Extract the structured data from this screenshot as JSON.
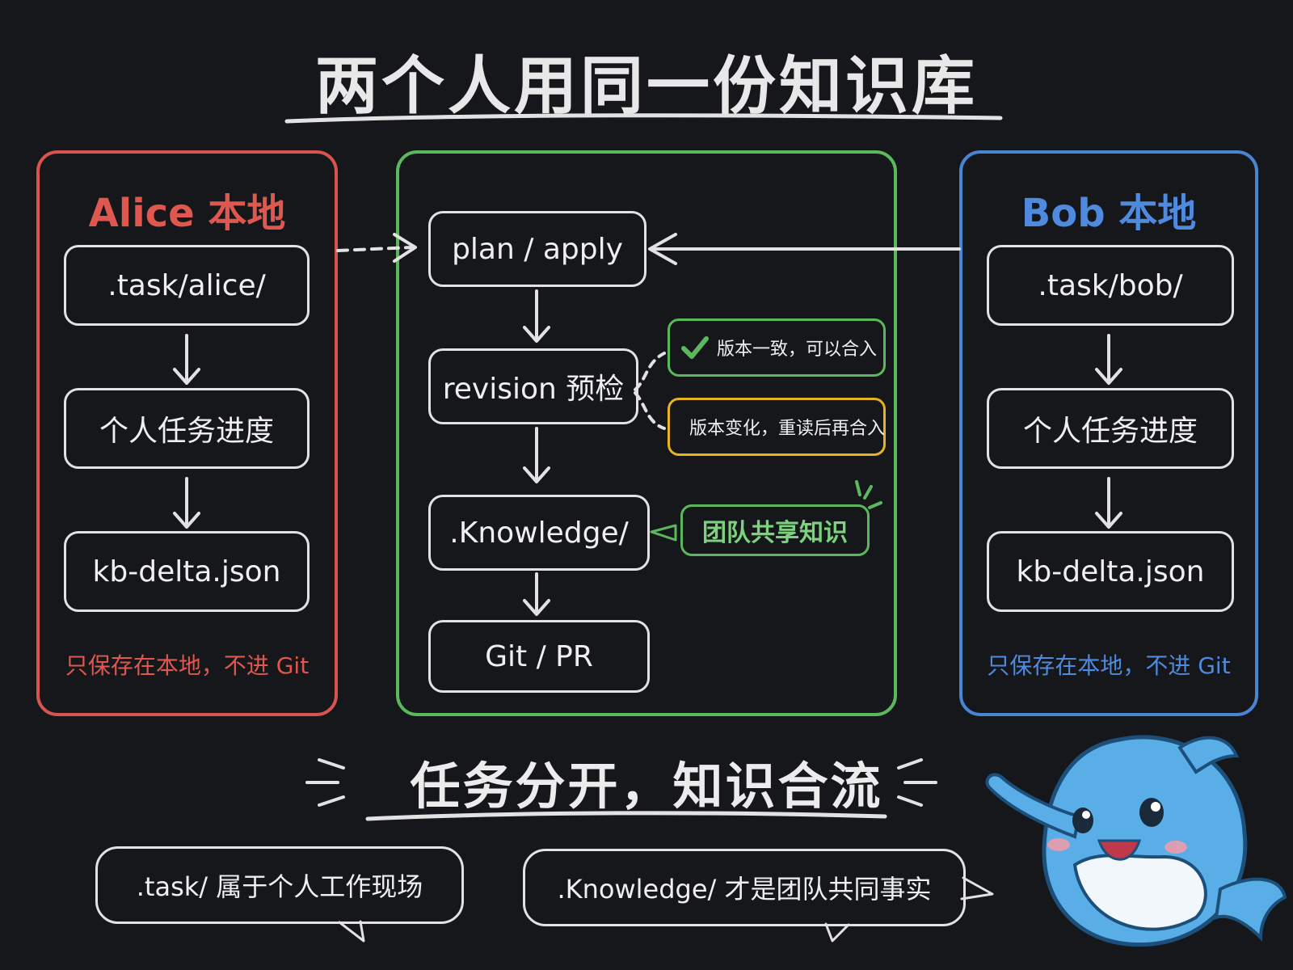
{
  "title": "两个人用同一份知识库",
  "alice": {
    "title": "Alice 本地",
    "task_box": ".task/alice/",
    "progress_box": "个人任务进度",
    "delta_box": "kb-delta.json",
    "note": "只保存在本地，不进 Git"
  },
  "center": {
    "plan_box": "plan / apply",
    "revision_box": "revision 预检",
    "knowledge_box": ".Knowledge/",
    "git_box": "Git / PR",
    "ok_tag": "版本一致，可以合入",
    "warn_tag": "版本变化，重读后再合入",
    "share_tag": "团队共享知识"
  },
  "bob": {
    "title": "Bob 本地",
    "task_box": ".task/bob/",
    "progress_box": "个人任务进度",
    "delta_box": "kb-delta.json",
    "note": "只保存在本地，不进 Git"
  },
  "slogan": "任务分开，知识合流",
  "bubbles": {
    "left": ".task/ 属于个人工作现场",
    "right": ".Knowledge/ 才是团队共同事实"
  },
  "colors": {
    "alice": "#d9534f",
    "center": "#5cb85c",
    "bob": "#4a84d4",
    "warn": "#e6b422",
    "chalk": "#e2e2e2",
    "background": "#15171a"
  },
  "icons": [
    "check-icon",
    "warning-icon",
    "dolphin-mascot"
  ]
}
